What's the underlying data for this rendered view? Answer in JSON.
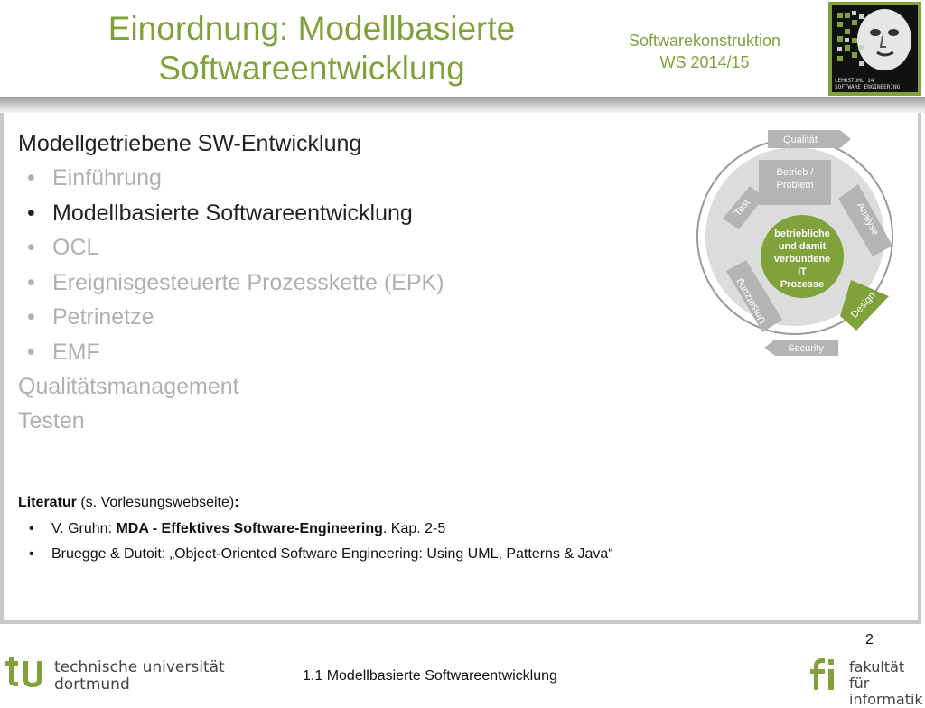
{
  "header": {
    "title": "Einordnung: Modellbasierte Softwareentwicklung",
    "course_line1": "Softwarekonstruktion",
    "course_line2": "WS 2014/15",
    "logo_line1": "LEHRSTUHL 14",
    "logo_line2": "SOFTWARE ENGINEERING"
  },
  "content": {
    "heading_main": "Modellgetriebene SW-Entwicklung",
    "items": [
      {
        "label": "Einführung",
        "state": "inactive"
      },
      {
        "label": "Modellbasierte Softwareentwicklung",
        "state": "active"
      },
      {
        "label": "OCL",
        "state": "inactive"
      },
      {
        "label": "Ereignisgesteuerte Prozesskette (EPK)",
        "state": "inactive"
      },
      {
        "label": "Petrinetze",
        "state": "inactive"
      },
      {
        "label": "EMF",
        "state": "inactive"
      }
    ],
    "heading_qm": "Qualitätsmanagement",
    "heading_test": "Testen"
  },
  "literature": {
    "label_bold": "Literatur",
    "label_rest": " (s. Vorlesungswebseite)",
    "colon": ":",
    "ref1_author": "V. Gruhn: ",
    "ref1_title": "MDA - Effektives Software-Engineering",
    "ref1_rest": ". Kap. 2-5",
    "ref2": "Bruegge & Dutoit: „Object-Oriented Software Engineering: Using UML, Patterns & Java“"
  },
  "diagram": {
    "top": "Qualität",
    "betrieb1": "Betrieb /",
    "betrieb2": "Problem",
    "analyse": "Analyse",
    "design": "Design",
    "security": "Security",
    "umsetzung": "Umsetzung",
    "test": "Test",
    "center1": "betriebliche",
    "center2": "und damit",
    "center3": "verbundene",
    "center4": "IT",
    "center5": "Prozesse",
    "accent": "#7fa33a",
    "segment": "#b4b4b4"
  },
  "footer": {
    "page": "2",
    "chapter": "1.1 Modellbasierte Softwareentwicklung",
    "tu_line1": "technische universität",
    "tu_line2": "dortmund",
    "fi_line1": "fakultät für",
    "fi_line2": "informatik"
  },
  "colors": {
    "accent": "#7fa33a",
    "inactive_text": "#b0b0b0"
  }
}
